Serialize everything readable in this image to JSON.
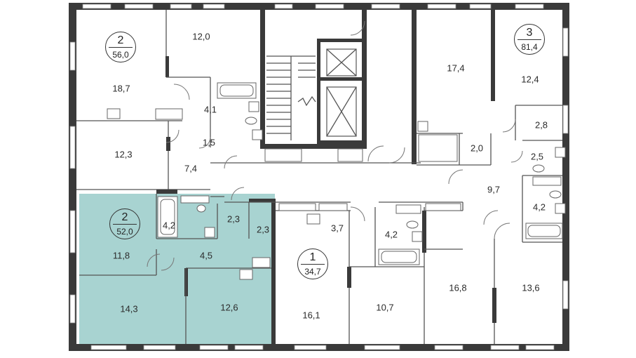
{
  "plan": {
    "highlight_color": "#a8d3d1",
    "wall_color": "#3a3a3a",
    "apartments": [
      {
        "id": "apt-top-left",
        "number": "2",
        "area": "56,0"
      },
      {
        "id": "apt-top-right",
        "number": "3",
        "area": "81,4"
      },
      {
        "id": "apt-highlighted",
        "number": "2",
        "area": "52,0"
      },
      {
        "id": "apt-center",
        "number": "1",
        "area": "34,7"
      }
    ],
    "rooms": [
      "12,0",
      "18,7",
      "4,1",
      "1,5",
      "12,3",
      "7,4",
      "17,4",
      "12,4",
      "2,8",
      "2,0",
      "2,5",
      "9,7",
      "4,2",
      "4,2",
      "2,3",
      "2,3",
      "11,8",
      "4,5",
      "14,3",
      "12,6",
      "3,7",
      "4,2",
      "16,1",
      "10,7",
      "16,8",
      "13,6"
    ]
  }
}
